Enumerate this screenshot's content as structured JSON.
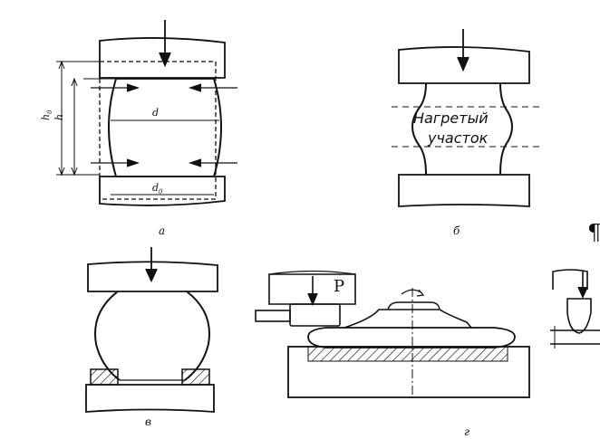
{
  "figure": {
    "panels": [
      {
        "id": "a",
        "caption": "а",
        "dims": {
          "h0": "h",
          "h0_sub": "0",
          "h": "h",
          "d": "d",
          "d0": "d",
          "d0_sub": "0"
        }
      },
      {
        "id": "b",
        "caption": "б",
        "zone_label_line1": "Нагретый",
        "zone_label_line2": "участок"
      },
      {
        "id": "v",
        "caption": "в"
      },
      {
        "id": "g",
        "caption": "г",
        "force_label": "P"
      }
    ],
    "paragraph_mark": "¶"
  },
  "colors": {
    "ink": "#111111",
    "background": "#ffffff"
  }
}
